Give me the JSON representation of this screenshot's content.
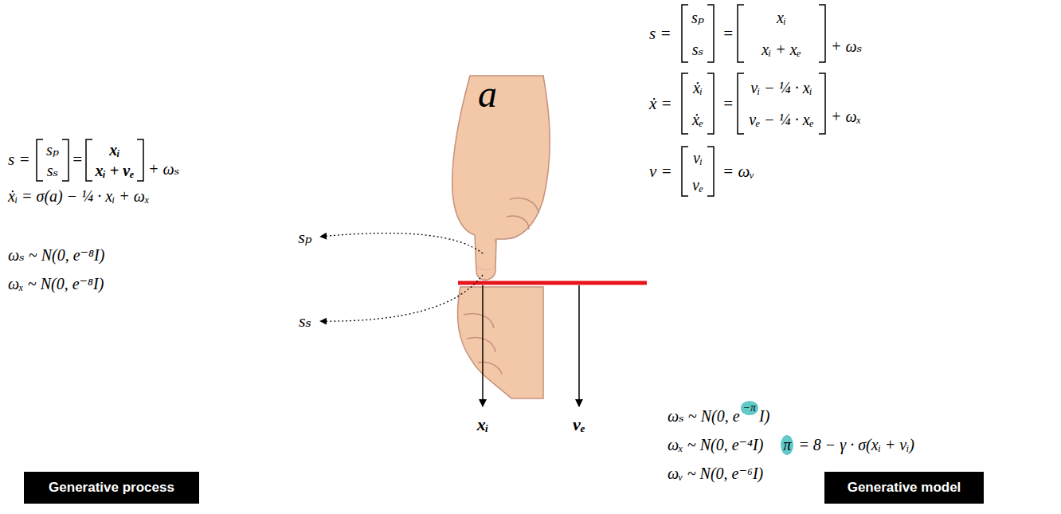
{
  "diagram": {
    "nodes": [
      {
        "text": [
          "Generative process"
        ]
      },
      {
        "text": [
          "Generative model"
        ]
      }
    ],
    "labels": [
      "s =",
      "sₚ",
      "sₛ",
      "=",
      "xᵢ",
      "xᵢ + vₑ",
      "+ ωₛ",
      "ẋᵢ = σ(a) − ¼ · xᵢ + ωₓ",
      "ωₛ ~ N(0, e⁻⁸I)",
      "ωₓ ~ N(0, e⁻⁸I)",
      "sₚ",
      "sₛ",
      "a",
      "xᵢ",
      "vₑ",
      "s =",
      "sₚ",
      "sₛ",
      "=",
      "xᵢ",
      "xᵢ + xₑ",
      "+ ωₛ",
      "ẋ =",
      "ẋᵢ",
      "ẋₑ",
      "=",
      "vᵢ − ¼ · xᵢ",
      "vₑ − ¼ · xₑ",
      "+ ωₓ",
      "v =",
      "vᵢ",
      "vₑ",
      "= ωᵥ",
      "ωₛ ~ N(0, e",
      "−π",
      "I)",
      "ωₓ ~ N(0, e⁻⁴I)",
      "π",
      "= 8 − γ · σ(xᵢ + vᵢ)",
      "ωᵥ ~ N(0, e⁻⁶I)"
    ]
  }
}
